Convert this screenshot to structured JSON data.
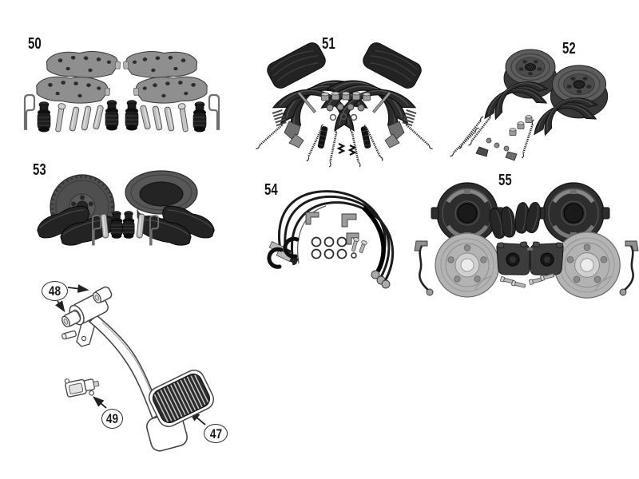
{
  "page": {
    "background_color": "#ffffff",
    "ink_color": "#3f3f3f"
  },
  "diagram": {
    "kits": [
      {
        "label": "50",
        "name": "front-disc-brake-pad-kit"
      },
      {
        "label": "51",
        "name": "drum-brake-shoe-and-spring-kit"
      },
      {
        "label": "52",
        "name": "brake-drum-and-shoe-kit"
      },
      {
        "label": "53",
        "name": "brake-rotor-and-pad-kit"
      },
      {
        "label": "54",
        "name": "brake-hose-kit"
      },
      {
        "label": "55",
        "name": "rear-disc-brake-conversion-kit"
      }
    ],
    "callouts": [
      {
        "label": "47",
        "points_to": "brake-pedal-pad"
      },
      {
        "label": "48",
        "points_to": "pedal-pivot-bushings"
      },
      {
        "label": "49",
        "points_to": "brake-light-switch"
      }
    ]
  }
}
